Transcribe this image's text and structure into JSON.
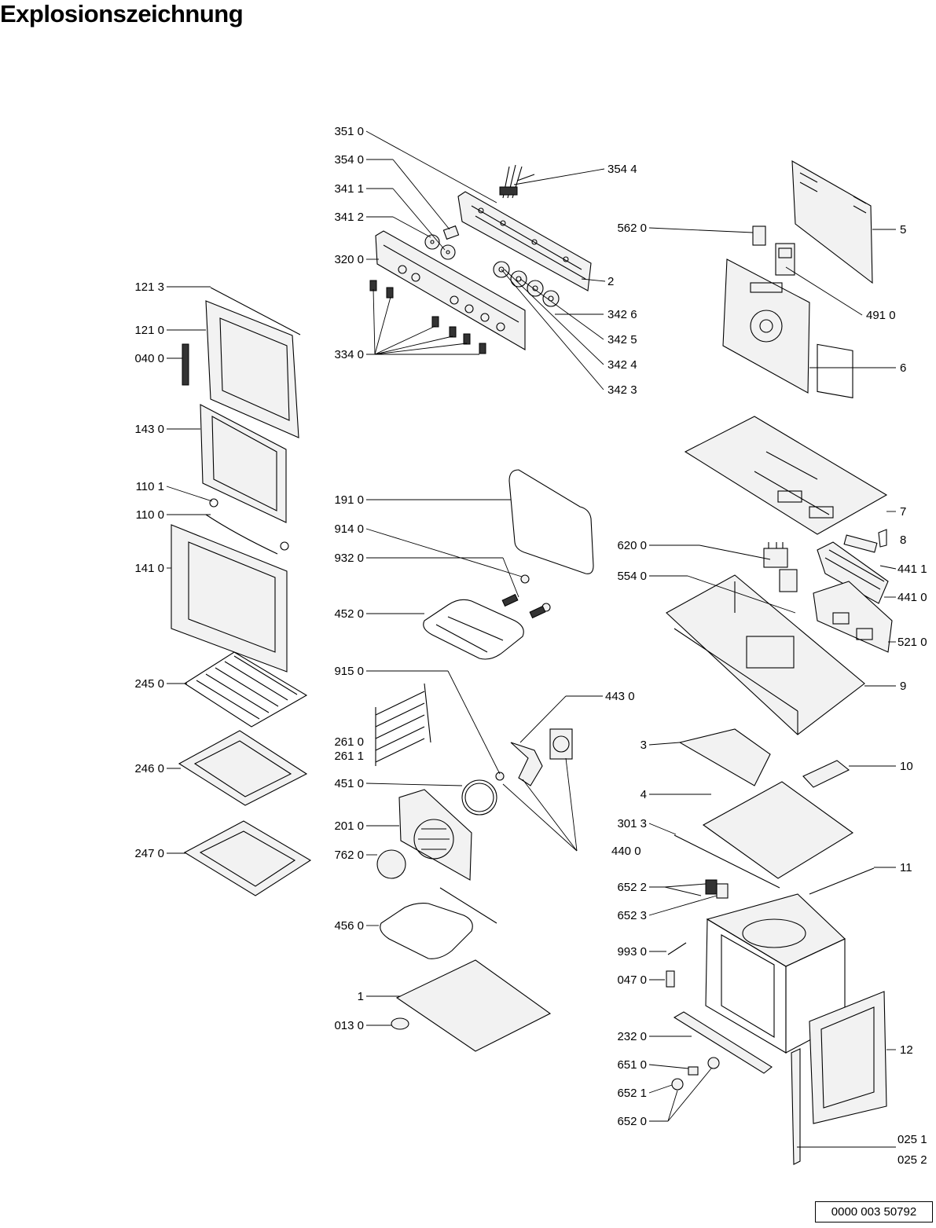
{
  "title": "Explosionszeichnung",
  "document_number": "0000 003 50792",
  "callouts": {
    "c3510": "351 0",
    "c3540": "354 0",
    "c3411": "341 1",
    "c3412": "341 2",
    "c3200": "320 0",
    "c1213": "121 3",
    "c1210": "121 0",
    "c0400": "040 0",
    "c3340": "334 0",
    "c3544": "354 4",
    "c5620": "562 0",
    "c5": "5",
    "c2": "2",
    "c4910": "491 0",
    "c3426": "342 6",
    "c3425": "342 5",
    "c3424": "342 4",
    "c3423": "342 3",
    "c6": "6",
    "c1430": "143 0",
    "c1101": "110 1",
    "c1100": "110 0",
    "c1410": "141 0",
    "c1910": "191 0",
    "c9140": "914 0",
    "c9320": "932 0",
    "c4520": "452 0",
    "c7": "7",
    "c8": "8",
    "c6200": "620 0",
    "c4411": "441 1",
    "c5540": "554 0",
    "c4410": "441 0",
    "c5210": "521 0",
    "c2450": "245 0",
    "c9150": "915 0",
    "c9": "9",
    "c4430": "443 0",
    "c2610": "261 0",
    "c2611": "261 1",
    "c2460": "246 0",
    "c3": "3",
    "c10": "10",
    "c4510": "451 0",
    "c4": "4",
    "c2010": "201 0",
    "c3013": "301 3",
    "c2470": "247 0",
    "c7620": "762 0",
    "c4400": "440 0",
    "c11": "11",
    "c6522": "652 2",
    "c6523": "652 3",
    "c4560": "456 0",
    "c9930": "993 0",
    "c0470": "047 0",
    "c1": "1",
    "c0130": "013 0",
    "c2320": "232 0",
    "c12": "12",
    "c6510": "651 0",
    "c6521": "652 1",
    "c6520": "652 0",
    "c0251": "025 1",
    "c0252": "025 2"
  }
}
